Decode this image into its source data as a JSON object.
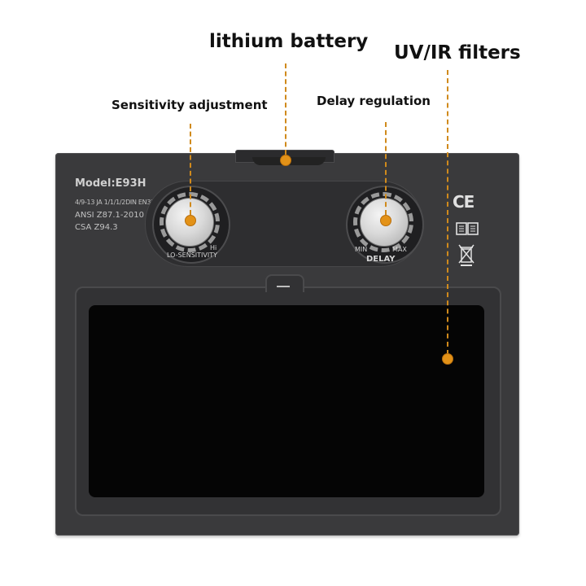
{
  "callouts": {
    "battery": "lithium battery",
    "uv": "UV/IR filters",
    "sensitivity": "Sensitivity adjustment",
    "delay": "Delay regulation"
  },
  "panel": {
    "model": "Model:E93H",
    "standards": [
      "4/9-13 JA 1/1/1/2DIN EN379",
      "ANSI Z87.1-2010",
      "CSA Z94.3"
    ],
    "sensitivity_lo": "LO-SENSITIVITY",
    "sensitivity_hi": "Hi",
    "delay_min": "MIN",
    "delay_max": "MAX",
    "delay_label": "DELAY",
    "cert_mark": "CE"
  },
  "icons": {
    "manual": "manual-book-icon",
    "disposal": "crossed-bin-icon"
  },
  "colors": {
    "accent": "#e39218",
    "panel": "#3a3a3c",
    "filter": "#050505"
  }
}
